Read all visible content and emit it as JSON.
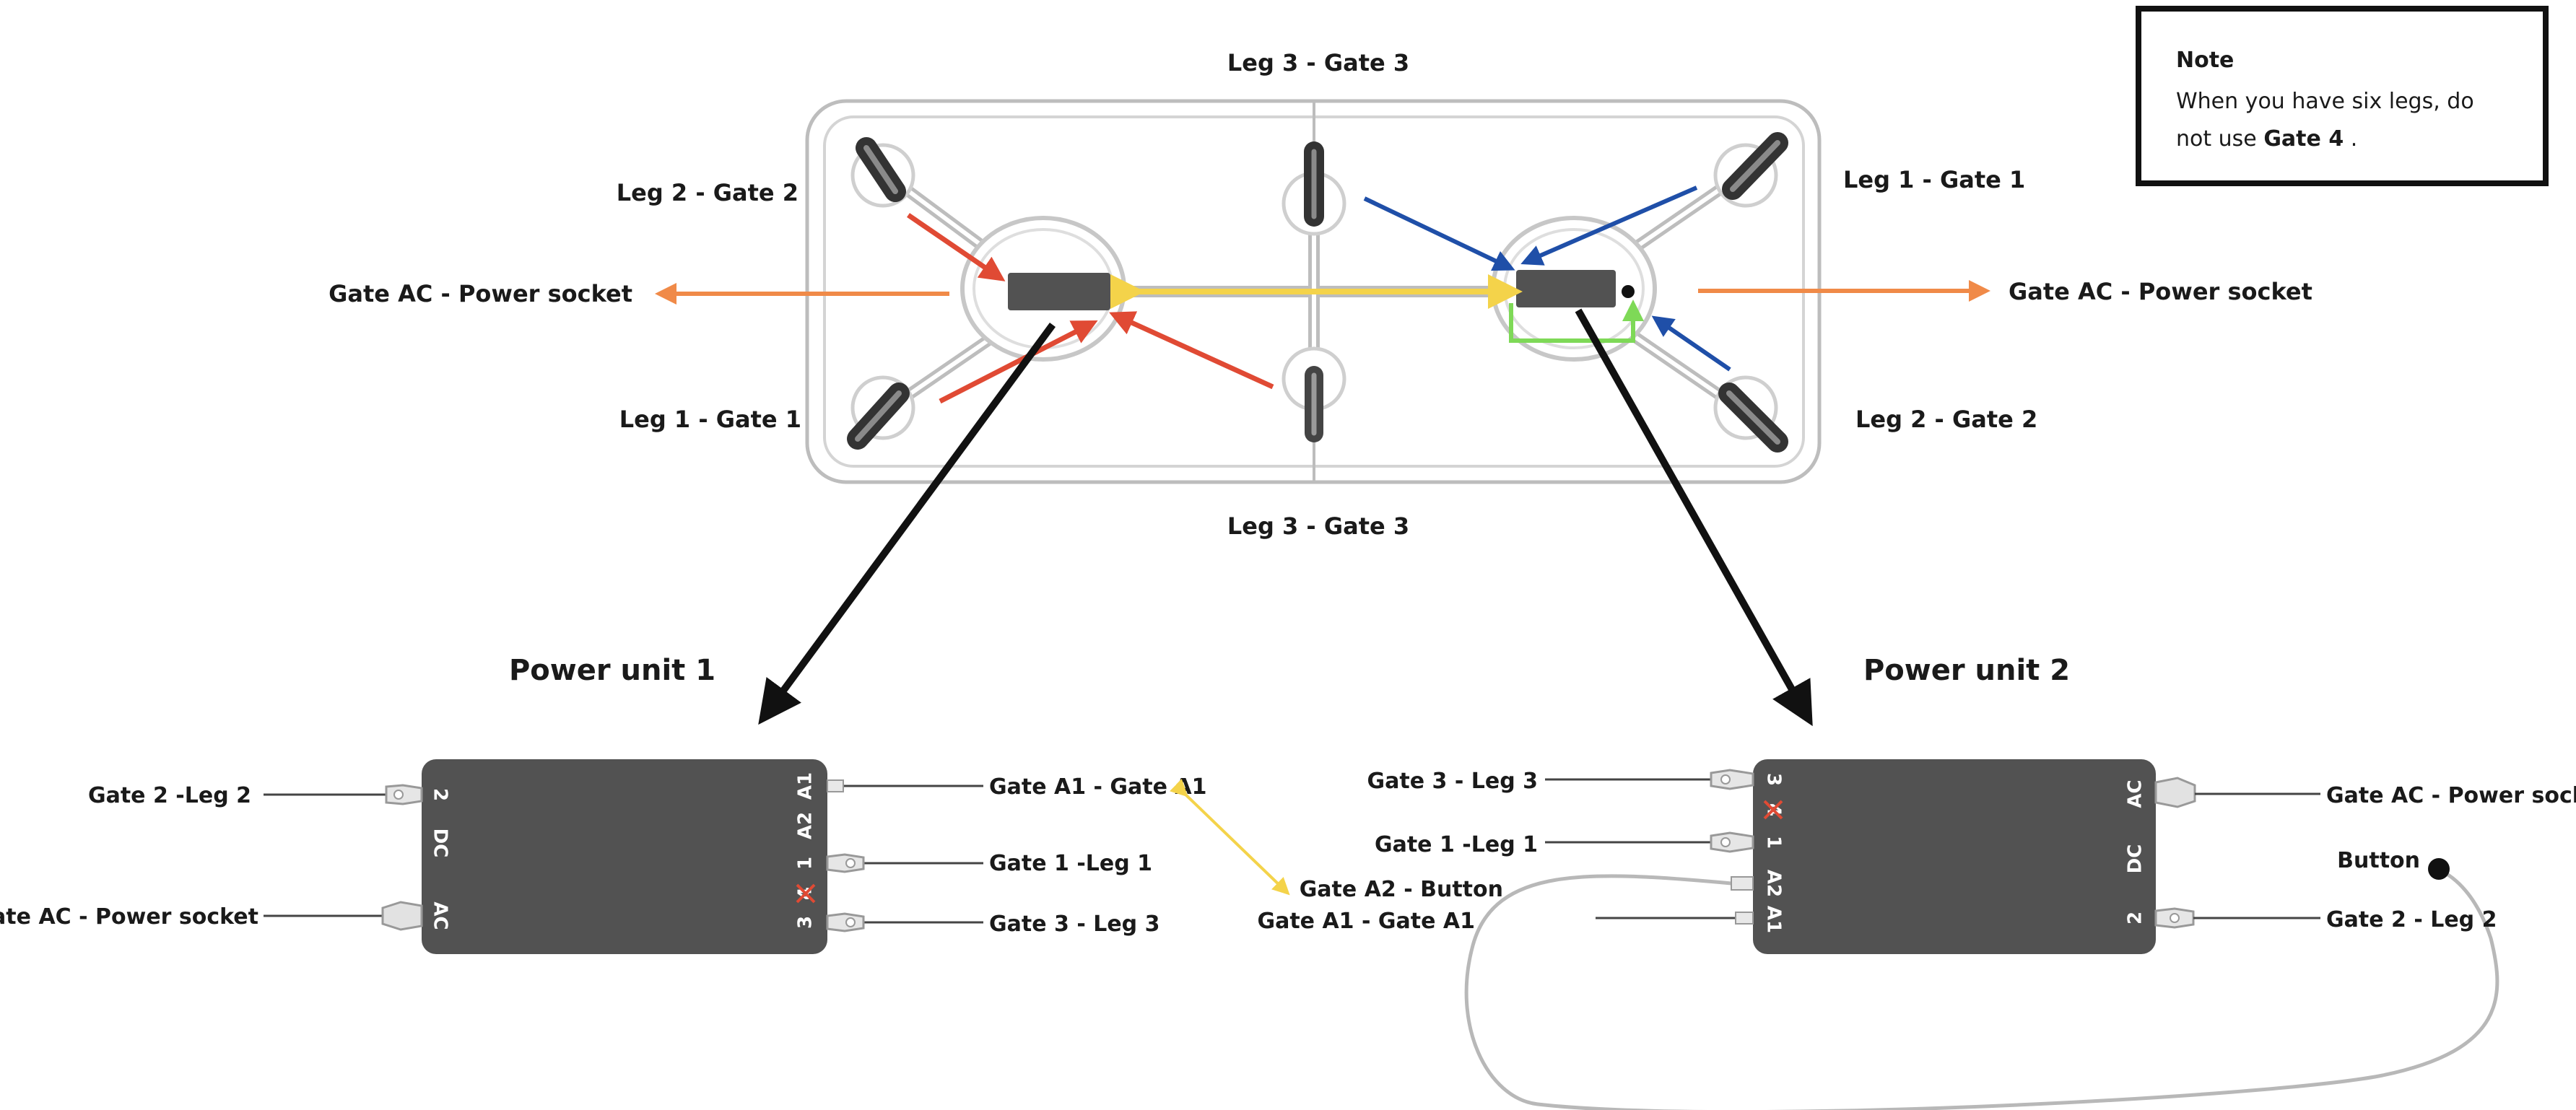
{
  "colors": {
    "red_arrow": "#e04a34",
    "blue_arrow": "#1f4fa8",
    "orange_arrow": "#f08a48",
    "yellow_link": "#f4d34a",
    "green_link": "#7ed957",
    "unit_fill": "#525252",
    "black": "#111111"
  },
  "note": {
    "title": "Note",
    "text_before": "When you have six legs, do not use ",
    "bold": "Gate 4",
    "text_after": " ."
  },
  "table_labels": {
    "top_center": "Leg 3 - Gate 3",
    "bottom_center": "Leg 3 - Gate 3",
    "left_top": "Leg 2 - Gate 2",
    "left_bottom": "Leg 1 - Gate 1",
    "right_top": "Leg 1 - Gate 1",
    "right_bottom": "Leg 2 - Gate 2",
    "left_power": "Gate AC - Power socket",
    "right_power": "Gate AC - Power socket"
  },
  "power_unit_1": {
    "title": "Power unit 1",
    "left_ports": [
      {
        "id": "2",
        "label": "2",
        "cable": "Gate 2 -Leg 2"
      },
      {
        "id": "DC",
        "label": "DC",
        "cable": ""
      },
      {
        "id": "AC",
        "label": "AC",
        "cable": "Gate AC - Power socket"
      }
    ],
    "right_ports": [
      {
        "id": "A1",
        "label": "A1",
        "cable": "Gate A1 - Gate A1"
      },
      {
        "id": "A2",
        "label": "A2",
        "cable": ""
      },
      {
        "id": "1",
        "label": "1",
        "cable": "Gate 1 -Leg 1"
      },
      {
        "id": "4",
        "label": "4",
        "cable": "",
        "crossed": true
      },
      {
        "id": "3",
        "label": "3",
        "cable": "Gate 3 - Leg 3"
      }
    ]
  },
  "power_unit_2": {
    "title": "Power unit 2",
    "left_ports": [
      {
        "id": "3",
        "label": "3",
        "cable": "Gate 3 - Leg 3"
      },
      {
        "id": "4",
        "label": "4",
        "cable": "",
        "crossed": true
      },
      {
        "id": "1",
        "label": "1",
        "cable": "Gate 1 -Leg 1"
      },
      {
        "id": "A2",
        "label": "A2",
        "cable": "Gate A2 - Button"
      },
      {
        "id": "A1",
        "label": "A1",
        "cable": "Gate A1 - Gate A1"
      }
    ],
    "right_ports": [
      {
        "id": "AC",
        "label": "AC",
        "cable": "Gate AC - Power socket"
      },
      {
        "id": "DC",
        "label": "DC",
        "cable": ""
      },
      {
        "id": "2",
        "label": "2",
        "cable": "Gate 2 - Leg 2"
      }
    ],
    "button_label": "Button"
  }
}
